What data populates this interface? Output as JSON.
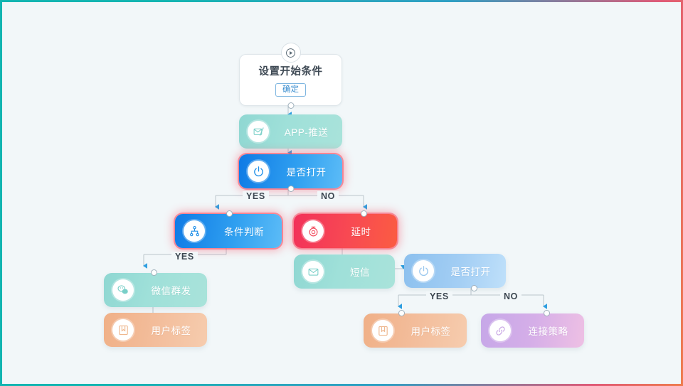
{
  "frame": {
    "border_gradient_start": "#13b5b1",
    "border_gradient_end": "#ee7c4e",
    "canvas_bg": "#f2f7f9"
  },
  "start_node": {
    "name": "start-node",
    "icon": "play-circle-icon",
    "title": "设置开始条件",
    "button_label": "确定"
  },
  "nodes": [
    {
      "id": "app-push",
      "label": "APP-推送",
      "icon": "mail-send-icon",
      "palette": "teal",
      "selected": false
    },
    {
      "id": "is-open-1",
      "label": "是否打开",
      "icon": "power-icon",
      "palette": "blue-high",
      "selected": true
    },
    {
      "id": "condition-judge",
      "label": "条件判断",
      "icon": "sitemap-icon",
      "palette": "blue-high",
      "selected": true
    },
    {
      "id": "delay",
      "label": "延时",
      "icon": "timer-icon",
      "palette": "red",
      "selected": true
    },
    {
      "id": "wechat-broadcast",
      "label": "微信群发",
      "icon": "wechat-icon",
      "palette": "teal",
      "selected": false
    },
    {
      "id": "user-tag-left",
      "label": "用户标签",
      "icon": "tag-bookmark-icon",
      "palette": "peach",
      "selected": false
    },
    {
      "id": "sms",
      "label": "短信",
      "icon": "envelope-icon",
      "palette": "teal",
      "selected": false
    },
    {
      "id": "is-open-2",
      "label": "是否打开",
      "icon": "power-icon",
      "palette": "blue-low",
      "selected": false
    },
    {
      "id": "user-tag-right",
      "label": "用户标签",
      "icon": "tag-bookmark-icon",
      "palette": "peach",
      "selected": false
    },
    {
      "id": "connect-strategy",
      "label": "连接策略",
      "icon": "link-chain-icon",
      "palette": "purple",
      "selected": false
    }
  ],
  "branches": {
    "top_yes": "YES",
    "top_no": "NO",
    "mid_yes": "YES",
    "bottom_yes": "YES",
    "bottom_no": "NO"
  }
}
